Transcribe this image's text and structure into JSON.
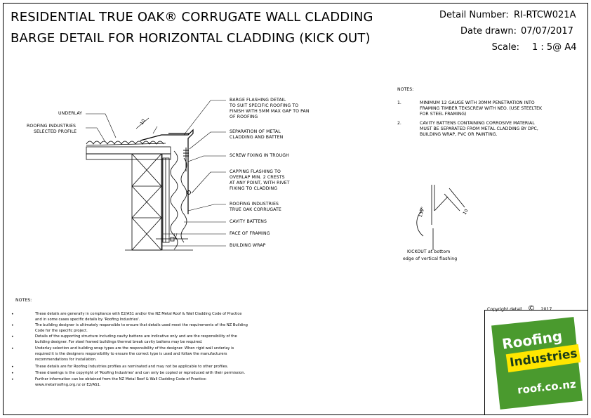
{
  "title": {
    "line1": "RESIDENTIAL TRUE OAK® CORRUGATE WALL CLADDING",
    "line2": "BARGE DETAIL FOR HORIZONTAL CLADDING (KICK OUT)"
  },
  "meta": {
    "detail_label": "Detail Number:",
    "detail_value": "RI-RTCW021A",
    "date_label": "Date drawn:",
    "date_value": "07/07/2017",
    "scale_label": "Scale:",
    "scale_value": "1 : 5@ A4"
  },
  "labels": {
    "underlay": "UNDERLAY",
    "roofing_profile_1": "ROOFING INDUSTRIES",
    "roofing_profile_2": "SELECTED PROFILE",
    "barge_1": "BARGE FLASHING DETAIL",
    "barge_2": "TO SUIT SPECIFIC ROOFING TO",
    "barge_3": "FINISH WITH 5mm MAX GAP TO PAN",
    "barge_4": "OF ROOFING",
    "separation_1": "SEPARATION OF METAL",
    "separation_2": "CLADDING AND BATTEN",
    "screw": "SCREW FIXING IN TROUGH",
    "capping_1": "CAPPING FLASHING TO",
    "capping_2": "OVERLAP MIN. 2 CRESTS",
    "capping_3": "AT ANY POINT, WITH RIVET",
    "capping_4": "FIXING TO CLADDING",
    "trueoak_1": "ROOFING INDUSTRIES",
    "trueoak_2": "TRUE OAK CORRUGATE",
    "cavity": "CAVITY BATTENS",
    "framing": "FACE OF FRAMING",
    "wrap": "BUILDING WRAP",
    "dim_10": "10",
    "kick_dim_10": "10",
    "kick_angle": "135°",
    "kickout_1": "KICKOUT at bottom",
    "kickout_2": "edge of vertical flashing"
  },
  "right_notes": {
    "heading": "NOTES:",
    "items": [
      {
        "num": "1.",
        "lines": [
          "MINIMUM 12 GAUGE WITH 30mm PENETRATION INTO",
          "FRAMING TIMBER TEKSCREW WITH NEO. (USE STEELTEK",
          "FOR STEEL FRAMING)"
        ]
      },
      {
        "num": "2.",
        "lines": [
          "CAVITY BATTENS CONTAINING CORROSIVE MATERIAL",
          "MUST BE SEPARATED FROM METAL CLADDING BY DPC,",
          "BUILDING WRAP, PVC OR PAINTING."
        ]
      }
    ]
  },
  "bottom_notes": {
    "heading": "NOTES:",
    "lines": [
      "These details are generally in compliance with E2/AS1 and/or the NZ Metal Roof & Wall Cladding Code of Practice",
      "and in some cases specific details by 'Roofing Industries'.",
      "The building designer is ultimately responsible to ensure that details used meet the requirements of the NZ Building",
      "Code for the specific project.",
      "Details of the supporting structure including cavity battens are indicative only and are the responsibility of the",
      "building designer. For steel framed buildings thermal break cavity battens may be required.",
      "Underlay selection and building wrap types are the responsibility of the designer. When rigid wall underlay is",
      "required it is the designers responsibility to ensure the correct type is used and follow the manufacturers",
      "recommendations for installation.",
      "These details are for Roofing Industries profiles as nominated and may not be applicable to other profiles.",
      "These drawings is the copyright of 'Roofing Industries' and can only be copied or reproduced with their permission.",
      "Further information can be obtained from the NZ Metal Roof & Wall Cladding Code of Practice:",
      "www.metalroofing.org.nz or E2/AS1."
    ]
  },
  "copyright": {
    "text": "Copyright detail",
    "symbol": "©",
    "year": "2017"
  },
  "logo": {
    "word1": "Roofing",
    "word2": "Industries",
    "url": "roof.co.nz",
    "green": "#4a9a2e",
    "yellow": "#ffe600"
  }
}
